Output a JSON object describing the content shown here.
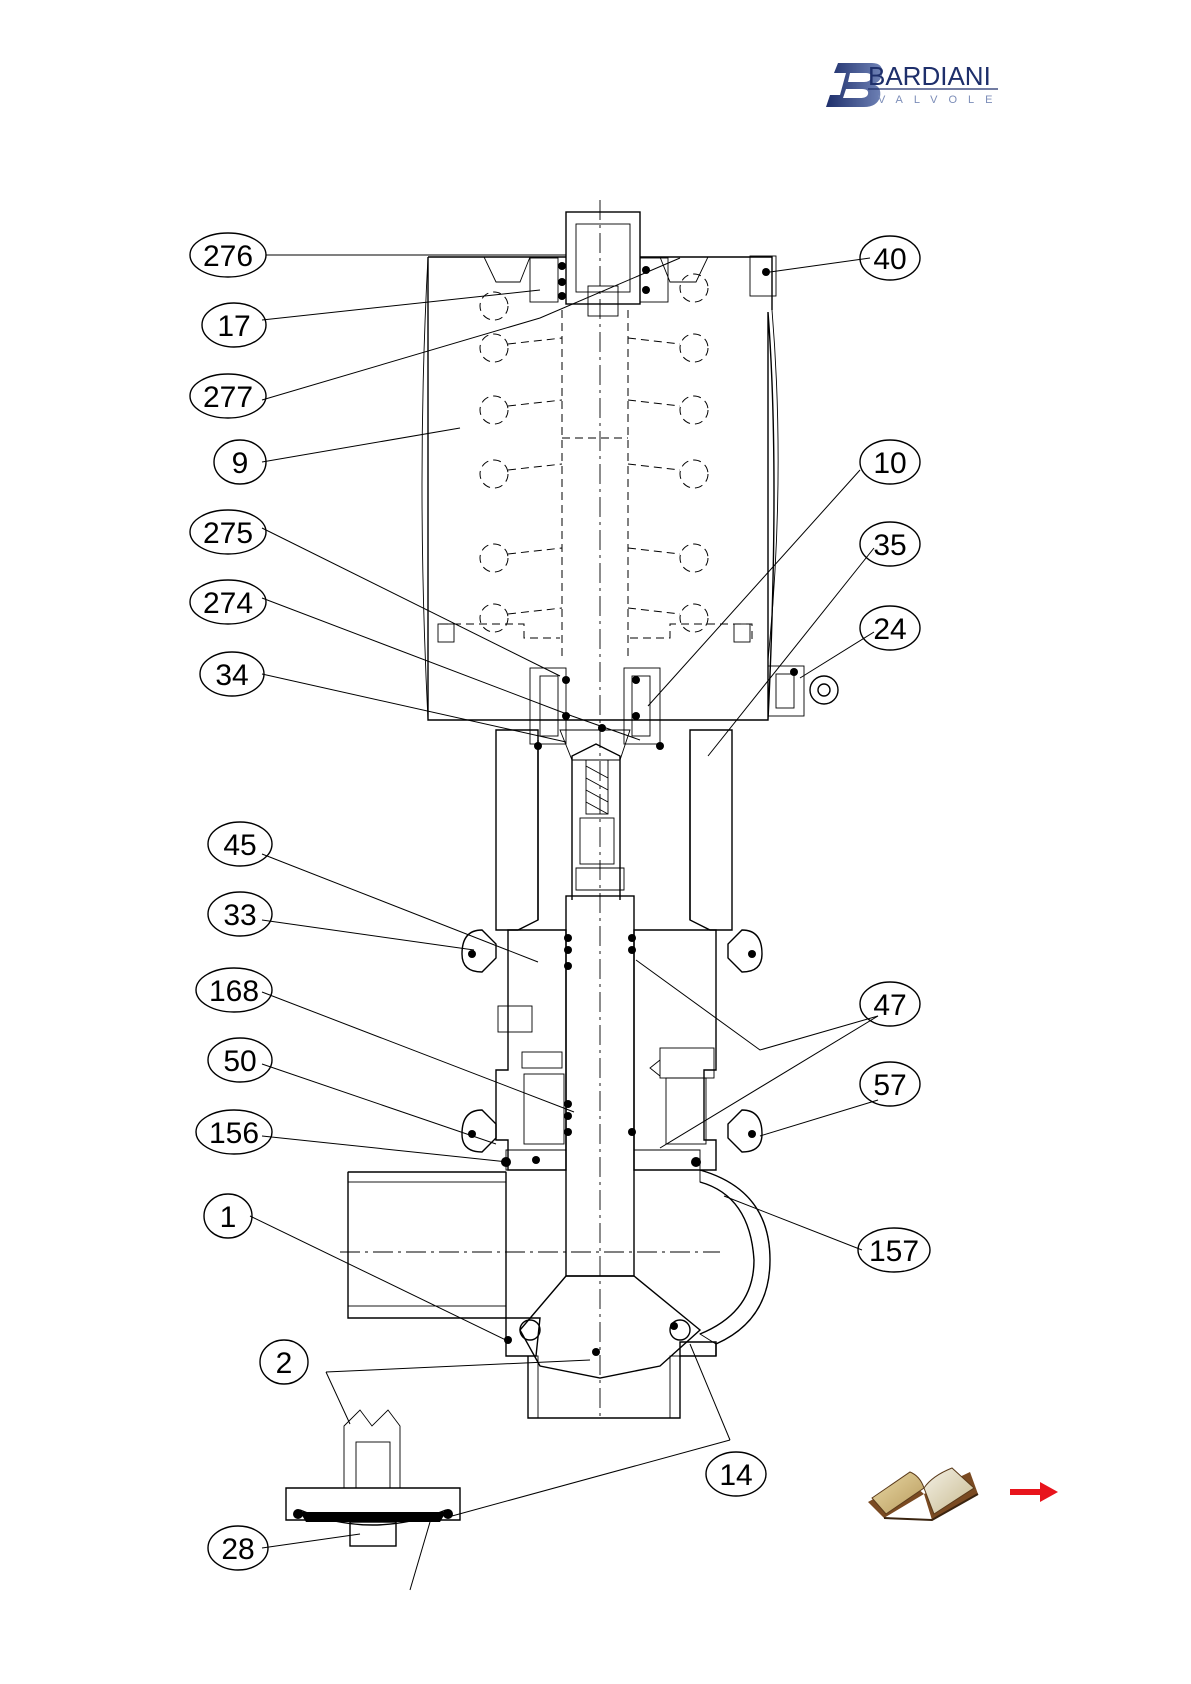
{
  "brand": {
    "name": "BARDIANI",
    "tagline": "VALVOLE",
    "color_dark": "#1e2f6b",
    "color_light": "#7c8db8"
  },
  "callouts": [
    {
      "label": "276"
    },
    {
      "label": "17"
    },
    {
      "label": "277"
    },
    {
      "label": "9"
    },
    {
      "label": "275"
    },
    {
      "label": "274"
    },
    {
      "label": "34"
    },
    {
      "label": "45"
    },
    {
      "label": "33"
    },
    {
      "label": "168"
    },
    {
      "label": "50"
    },
    {
      "label": "156"
    },
    {
      "label": "1"
    },
    {
      "label": "2"
    },
    {
      "label": "28"
    },
    {
      "label": "40"
    },
    {
      "label": "10"
    },
    {
      "label": "35"
    },
    {
      "label": "24"
    },
    {
      "label": "47"
    },
    {
      "label": "57"
    },
    {
      "label": "157"
    },
    {
      "label": "14"
    }
  ],
  "navigation": {
    "book_icon": "open-book-icon",
    "arrow_icon": "right-arrow-icon",
    "arrow_color": "#e8141c"
  }
}
